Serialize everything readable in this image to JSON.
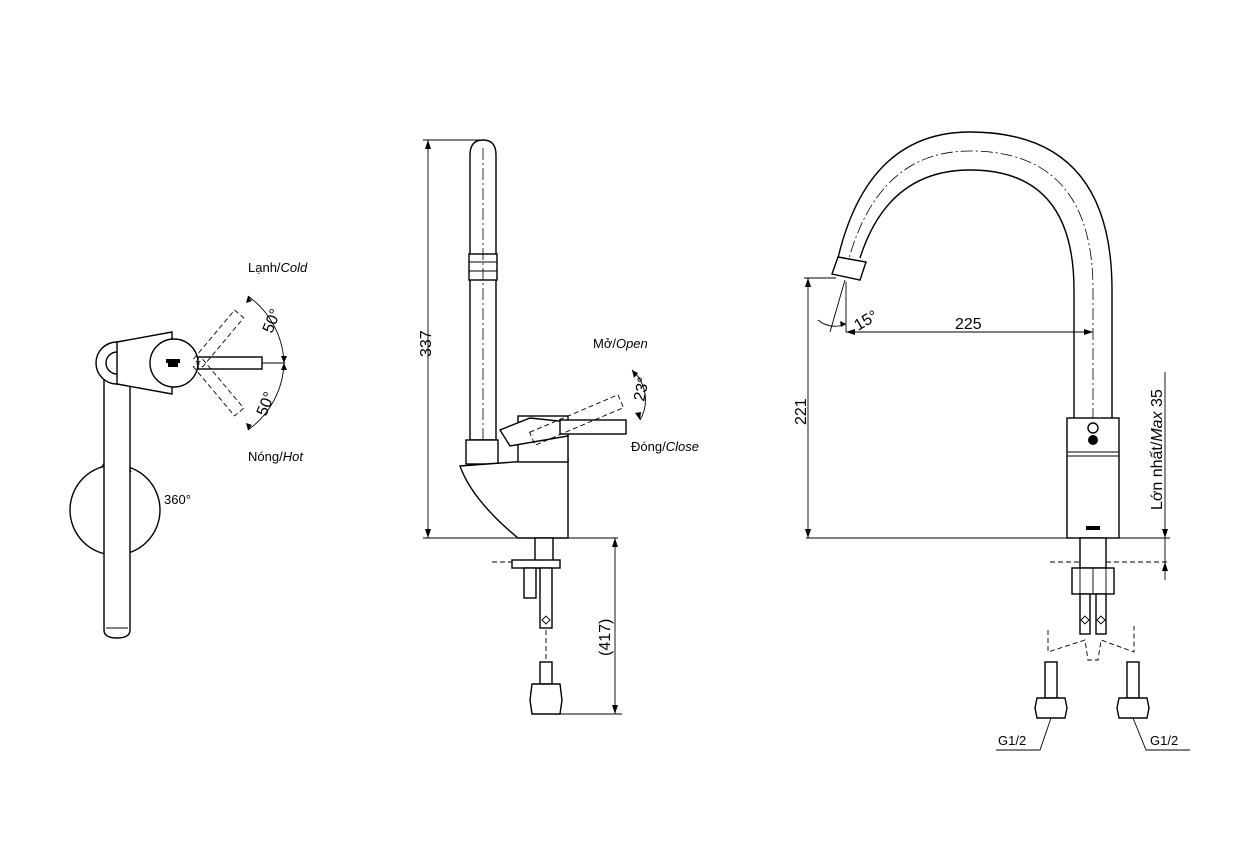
{
  "top_view": {
    "cold_prefix": "Lạnh/",
    "cold_word": "Cold",
    "hot_prefix": "Nóng/",
    "hot_word": "Hot",
    "angle_cold": "50°",
    "angle_hot": "50°",
    "rotation": "360°"
  },
  "side_view": {
    "height": "337",
    "total_length": "(417)",
    "open_prefix": "Mở/",
    "open_word": "Open",
    "close_prefix": "Đóng/",
    "close_word": "Close",
    "lever_angle": "23°"
  },
  "front_view": {
    "reach": "225",
    "outlet_height": "221",
    "spout_angle": "15°",
    "max_prefix": "Lớn nhất/",
    "max_word": "Max",
    "max_value": " 35",
    "thread_left": "G1/2",
    "thread_right": "G1/2"
  }
}
